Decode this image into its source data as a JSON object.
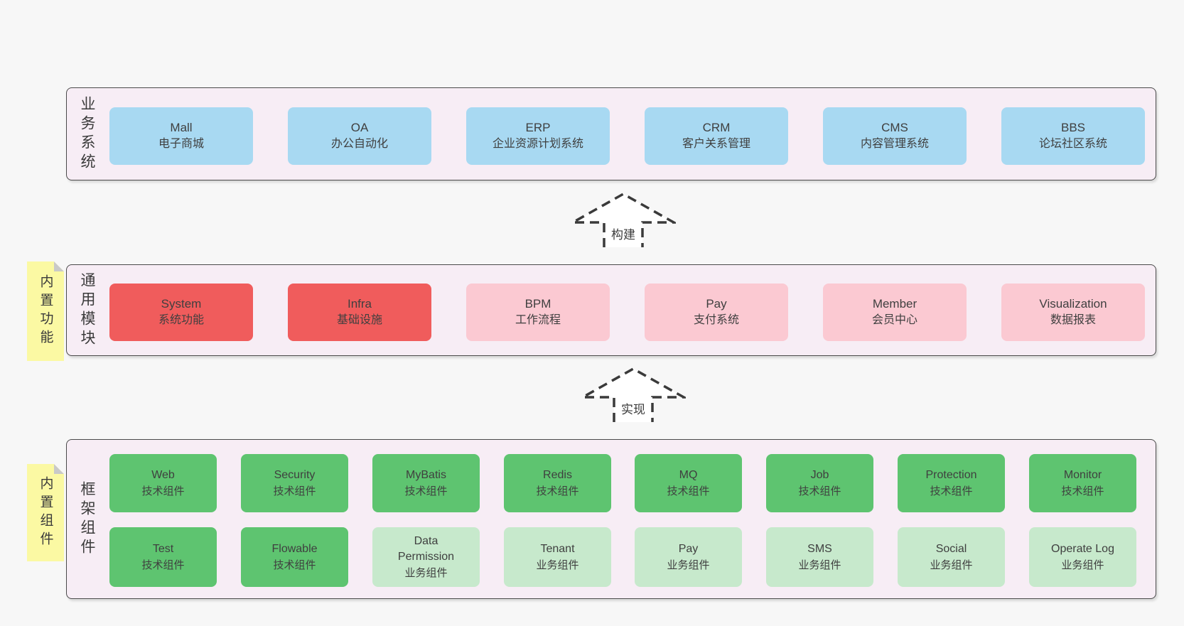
{
  "colors": {
    "pageBg": "#f7f7f7",
    "panel": "#f7edf5",
    "panelBorder": "#4a4a4a",
    "blue": "#a8d9f2",
    "red": "#f05c5c",
    "pink": "#fbc9d2",
    "green": "#5ec470",
    "lightgreen": "#c7e9cc",
    "noteYellow": "#fbf9a3",
    "noteFold": "#c9c9c9",
    "text": "#3f3f3f",
    "arrowStroke": "#3a3a3a"
  },
  "arrows": [
    {
      "label": "构建"
    },
    {
      "label": "实现"
    }
  ],
  "layers": [
    {
      "id": "business-systems",
      "label": "业务系统",
      "note": "",
      "rows": [
        [
          {
            "en": "Mall",
            "zh": "电子商城",
            "style": "blue"
          },
          {
            "en": "OA",
            "zh": "办公自动化",
            "style": "blue"
          },
          {
            "en": "ERP",
            "zh": "企业资源计划系统",
            "style": "blue"
          },
          {
            "en": "CRM",
            "zh": "客户关系管理",
            "style": "blue"
          },
          {
            "en": "CMS",
            "zh": "内容管理系统",
            "style": "blue"
          },
          {
            "en": "BBS",
            "zh": "论坛社区系统",
            "style": "blue"
          }
        ]
      ]
    },
    {
      "id": "common-modules",
      "label": "通用模块",
      "note": "内置功能",
      "rows": [
        [
          {
            "en": "System",
            "zh": "系统功能",
            "style": "red"
          },
          {
            "en": "Infra",
            "zh": "基础设施",
            "style": "red"
          },
          {
            "en": "BPM",
            "zh": "工作流程",
            "style": "pink"
          },
          {
            "en": "Pay",
            "zh": "支付系统",
            "style": "pink"
          },
          {
            "en": "Member",
            "zh": "会员中心",
            "style": "pink"
          },
          {
            "en": "Visualization",
            "zh": "数据报表",
            "style": "pink"
          }
        ]
      ]
    },
    {
      "id": "framework-components",
      "label": "框架组件",
      "note": "内置组件",
      "rows": [
        [
          {
            "en": "Web",
            "zh": "技术组件",
            "style": "green"
          },
          {
            "en": "Security",
            "zh": "技术组件",
            "style": "green"
          },
          {
            "en": "MyBatis",
            "zh": "技术组件",
            "style": "green"
          },
          {
            "en": "Redis",
            "zh": "技术组件",
            "style": "green"
          },
          {
            "en": "MQ",
            "zh": "技术组件",
            "style": "green"
          },
          {
            "en": "Job",
            "zh": "技术组件",
            "style": "green"
          },
          {
            "en": "Protection",
            "zh": "技术组件",
            "style": "green"
          },
          {
            "en": "Monitor",
            "zh": "技术组件",
            "style": "green"
          }
        ],
        [
          {
            "en": "Test",
            "zh": "技术组件",
            "style": "green"
          },
          {
            "en": "Flowable",
            "zh": "技术组件",
            "style": "green"
          },
          {
            "en": "Data Permission",
            "zh": "业务组件",
            "style": "lightgreen"
          },
          {
            "en": "Tenant",
            "zh": "业务组件",
            "style": "lightgreen"
          },
          {
            "en": "Pay",
            "zh": "业务组件",
            "style": "lightgreen"
          },
          {
            "en": "SMS",
            "zh": "业务组件",
            "style": "lightgreen"
          },
          {
            "en": "Social",
            "zh": "业务组件",
            "style": "lightgreen"
          },
          {
            "en": "Operate Log",
            "zh": "业务组件",
            "style": "lightgreen"
          }
        ]
      ]
    }
  ]
}
